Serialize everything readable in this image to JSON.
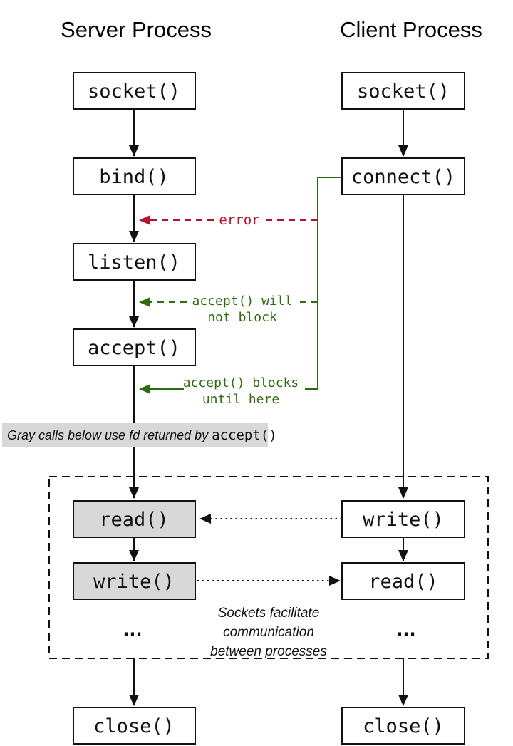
{
  "diagram": {
    "server": {
      "title": "Server Process",
      "socket": "socket()",
      "bind": "bind()",
      "listen": "listen()",
      "accept": "accept()",
      "read": "read()",
      "write": "write()",
      "ellipsis": "...",
      "close": "close()"
    },
    "client": {
      "title": "Client Process",
      "socket": "socket()",
      "connect": "connect()",
      "write": "write()",
      "read": "read()",
      "ellipsis": "...",
      "close": "close()"
    },
    "annotations": {
      "error": "error",
      "will_not_block_line1": "accept() will",
      "will_not_block_line2": "not block",
      "blocks_line1": "accept() blocks",
      "blocks_line2": "until here",
      "gray_note_prefix": "Gray calls below use fd returned by ",
      "gray_note_code": "accept()",
      "center_note_line1": "Sockets facilitate",
      "center_note_line2": "communication",
      "center_note_line3": "between processes"
    },
    "colors": {
      "error_red": "#b5122b",
      "ok_green": "#2f6b10",
      "box_gray": "#d8d8d8",
      "line_black": "#111111"
    }
  }
}
